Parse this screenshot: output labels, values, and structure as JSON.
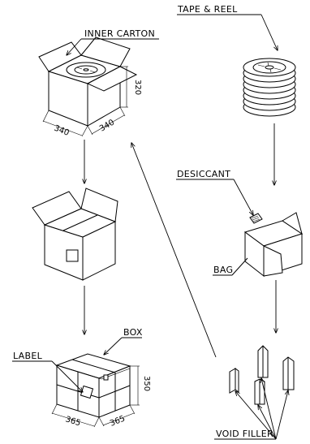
{
  "labels": {
    "tape_reel": "TAPE & REEL",
    "inner_carton": "INNER CARTON",
    "desiccant": "DESICCANT",
    "bag": "BAG",
    "box": "BOX",
    "label": "LABEL",
    "void_filler": "VOID FILLER"
  },
  "dimensions": {
    "inner_carton_w": "340",
    "inner_carton_d": "340",
    "inner_carton_h": "320",
    "box_w": "365",
    "box_d": "365",
    "box_h": "350"
  }
}
